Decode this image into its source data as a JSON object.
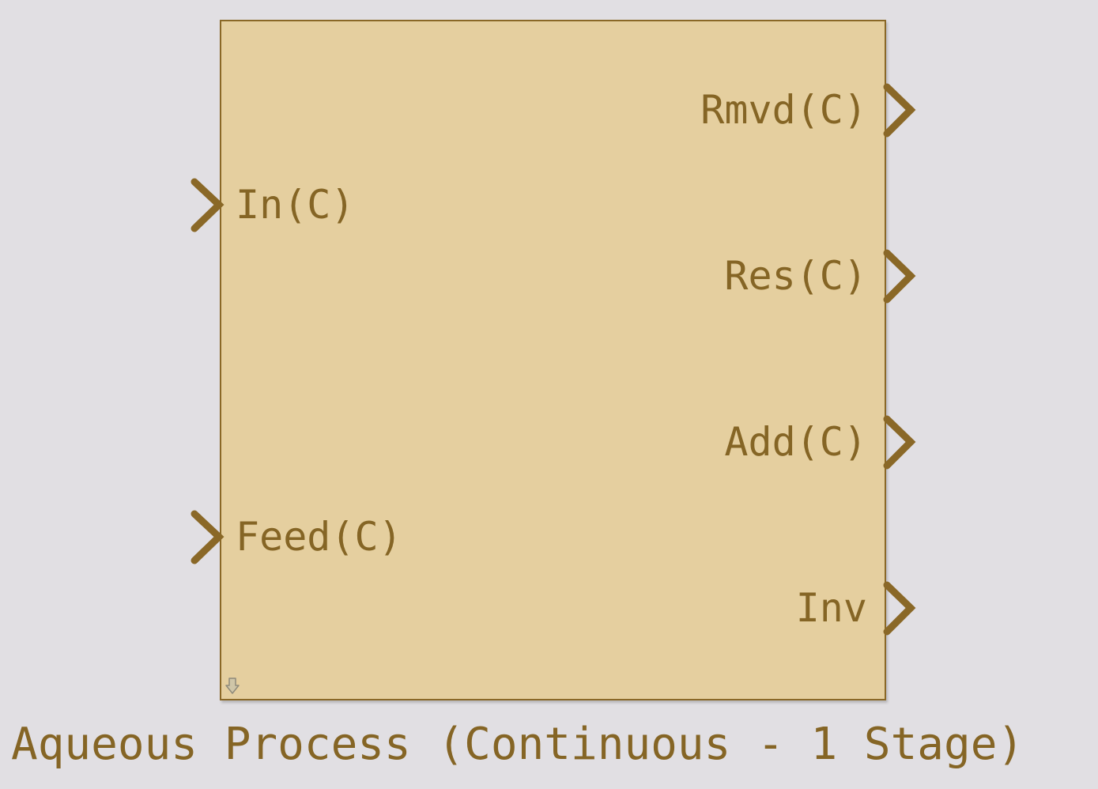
{
  "block": {
    "name": "Aqueous Process (Continuous - 1 Stage)",
    "fill_color": "#e5cf9f",
    "border_color": "#8a6827",
    "text_color": "#856525",
    "background_color": "#e1dfe3",
    "mask_icon": "look-under-mask-arrow-icon"
  },
  "inputs": [
    {
      "label": "In(C)"
    },
    {
      "label": "Feed(C)"
    }
  ],
  "outputs": [
    {
      "label": "Rmvd(C)"
    },
    {
      "label": "Res(C)"
    },
    {
      "label": "Add(C)"
    },
    {
      "label": "Inv"
    }
  ]
}
